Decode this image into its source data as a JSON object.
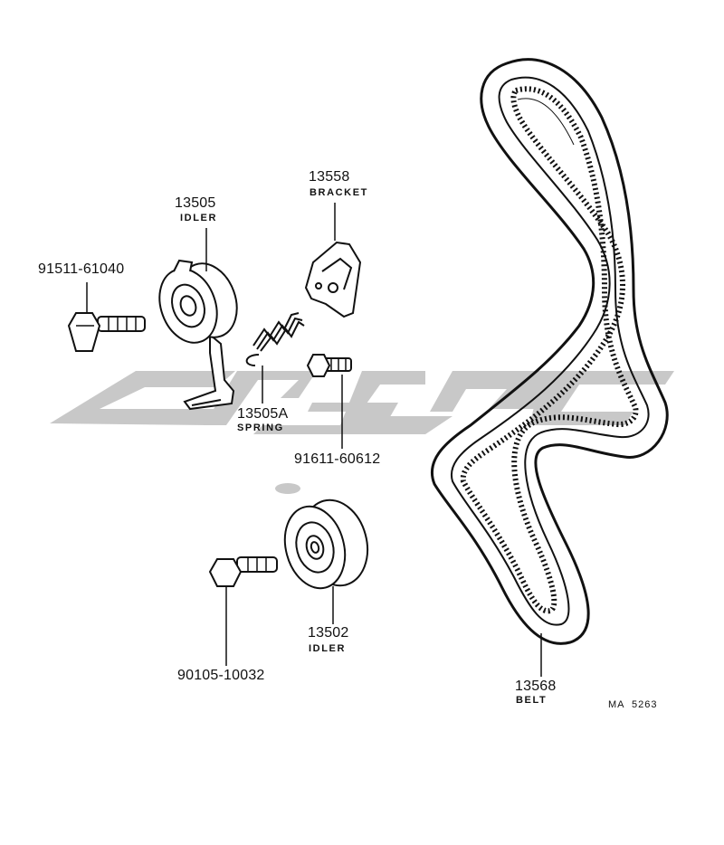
{
  "watermark": {
    "color": "#c8c8c8",
    "icon": "watermark-logo"
  },
  "parts": [
    {
      "id": "idler-tensioner",
      "number": "13505",
      "name": "IDLER"
    },
    {
      "id": "bracket",
      "number": "13558",
      "name": "BRACKET"
    },
    {
      "id": "bolt-tensioner",
      "number": "91511-61040",
      "name": ""
    },
    {
      "id": "spring",
      "number": "13505A",
      "name": "SPRING"
    },
    {
      "id": "bolt-bracket",
      "number": "91611-60612",
      "name": ""
    },
    {
      "id": "idler",
      "number": "13502",
      "name": "IDLER"
    },
    {
      "id": "bolt-idler",
      "number": "90105-10032",
      "name": ""
    },
    {
      "id": "belt",
      "number": "13568",
      "name": "BELT"
    }
  ],
  "reference_code": "MA  5263",
  "line_color": "#111111"
}
